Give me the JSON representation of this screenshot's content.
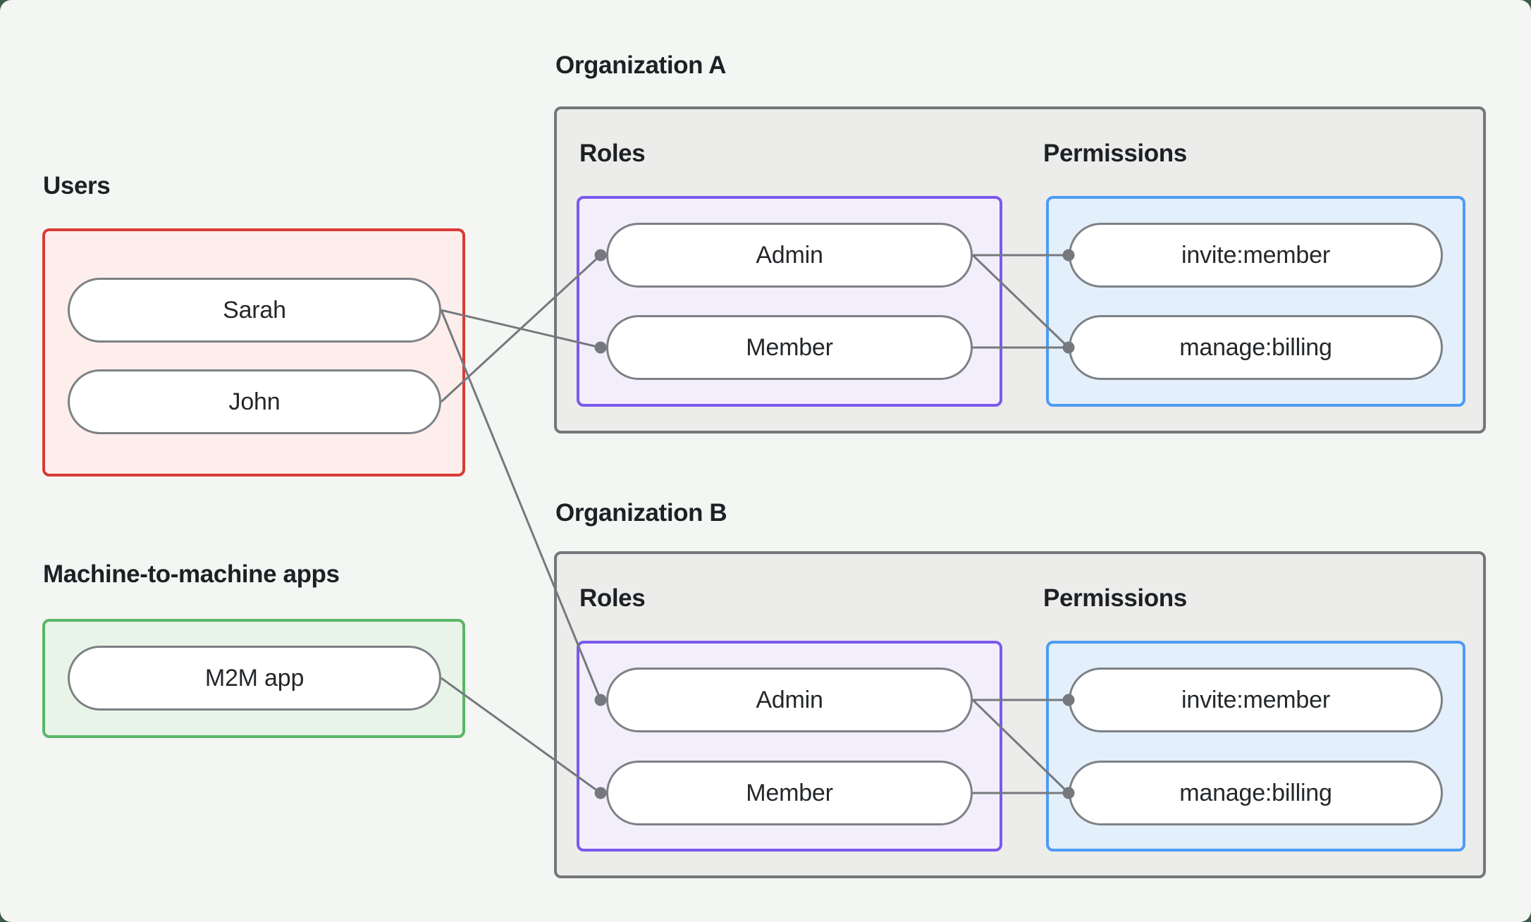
{
  "colors": {
    "outer-bg": "#3f5a46",
    "canvas-bg": "#f4f6f3",
    "org-fill": "#ececeb",
    "org-border": "#75787b",
    "users-fill": "#fdeeec",
    "users-border": "#da3b35",
    "m2m-fill": "#e9f4e8",
    "m2m-border": "#5ab567",
    "roles-fill": "#f3eefc",
    "roles-border": "#7b58ee",
    "perms-fill": "#e3effb",
    "perms-border": "#4c9cf4",
    "pill-fill": "#ffffff",
    "pill-border": "#7d8185",
    "pill-text": "#24272a",
    "heading-text": "#1d2125",
    "edge-color": "#75797d"
  },
  "groups": {
    "users": {
      "label": "Users",
      "items": [
        "Sarah",
        "John"
      ]
    },
    "m2m": {
      "label": "Machine-to-machine apps",
      "items": [
        "M2M app"
      ]
    },
    "orgA": {
      "label": "Organization A",
      "roles_label": "Roles",
      "permissions_label": "Permissions",
      "roles": [
        "Admin",
        "Member"
      ],
      "permissions": [
        "invite:member",
        "manage:billing"
      ]
    },
    "orgB": {
      "label": "Organization B",
      "roles_label": "Roles",
      "permissions_label": "Permissions",
      "roles": [
        "Admin",
        "Member"
      ],
      "permissions": [
        "invite:member",
        "manage:billing"
      ]
    }
  },
  "edges": [
    {
      "from": "John",
      "to": "Organization A / Admin"
    },
    {
      "from": "Sarah",
      "to": "Organization A / Member"
    },
    {
      "from": "Sarah",
      "to": "Organization B / Admin"
    },
    {
      "from": "M2M app",
      "to": "Organization B / Member"
    },
    {
      "from": "Organization A / Admin",
      "to": "Organization A / invite:member"
    },
    {
      "from": "Organization A / Admin",
      "to": "Organization A / manage:billing"
    },
    {
      "from": "Organization A / Member",
      "to": "Organization A / manage:billing"
    },
    {
      "from": "Organization B / Admin",
      "to": "Organization B / invite:member"
    },
    {
      "from": "Organization B / Admin",
      "to": "Organization B / manage:billing"
    },
    {
      "from": "Organization B / Member",
      "to": "Organization B / manage:billing"
    }
  ]
}
